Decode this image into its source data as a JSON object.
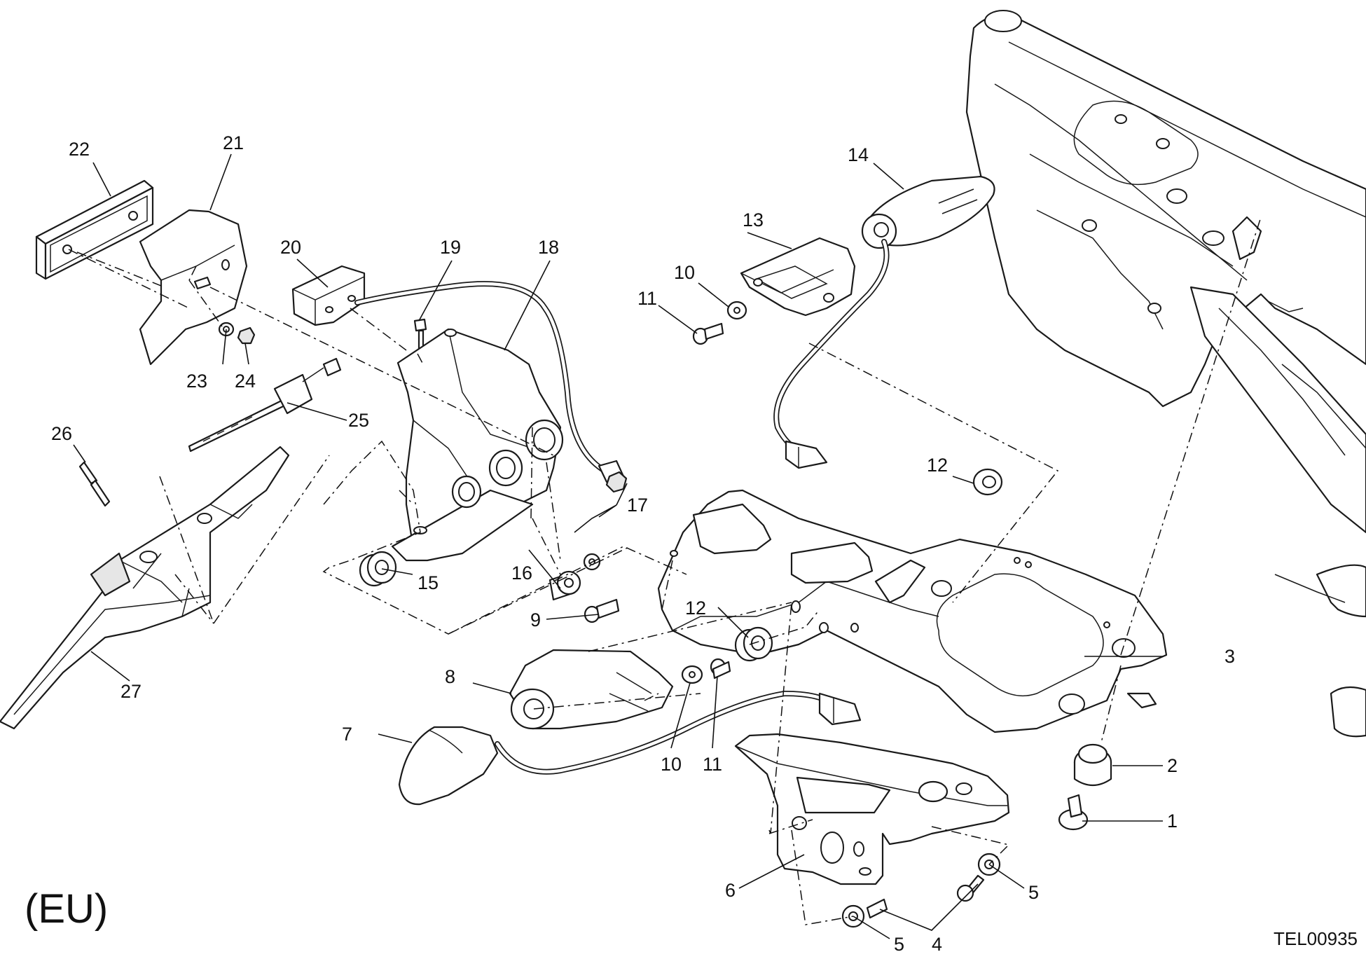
{
  "diagram": {
    "region_tag": "(EU)",
    "reference_code": "TEL00935",
    "callouts": [
      {
        "id": "c1",
        "label": "1"
      },
      {
        "id": "c2",
        "label": "2"
      },
      {
        "id": "c3",
        "label": "3"
      },
      {
        "id": "c4",
        "label": "4"
      },
      {
        "id": "c5a",
        "label": "5"
      },
      {
        "id": "c5b",
        "label": "5"
      },
      {
        "id": "c6",
        "label": "6"
      },
      {
        "id": "c7",
        "label": "7"
      },
      {
        "id": "c8",
        "label": "8"
      },
      {
        "id": "c9",
        "label": "9"
      },
      {
        "id": "c10a",
        "label": "10"
      },
      {
        "id": "c10b",
        "label": "10"
      },
      {
        "id": "c11a",
        "label": "11"
      },
      {
        "id": "c11b",
        "label": "11"
      },
      {
        "id": "c12a",
        "label": "12"
      },
      {
        "id": "c12b",
        "label": "12"
      },
      {
        "id": "c13",
        "label": "13"
      },
      {
        "id": "c14",
        "label": "14"
      },
      {
        "id": "c15",
        "label": "15"
      },
      {
        "id": "c16",
        "label": "16"
      },
      {
        "id": "c17",
        "label": "17"
      },
      {
        "id": "c18",
        "label": "18"
      },
      {
        "id": "c19",
        "label": "19"
      },
      {
        "id": "c20",
        "label": "20"
      },
      {
        "id": "c21",
        "label": "21"
      },
      {
        "id": "c22",
        "label": "22"
      },
      {
        "id": "c23",
        "label": "23"
      },
      {
        "id": "c24",
        "label": "24"
      },
      {
        "id": "c25",
        "label": "25"
      },
      {
        "id": "c26",
        "label": "26"
      },
      {
        "id": "c27",
        "label": "27"
      }
    ]
  }
}
